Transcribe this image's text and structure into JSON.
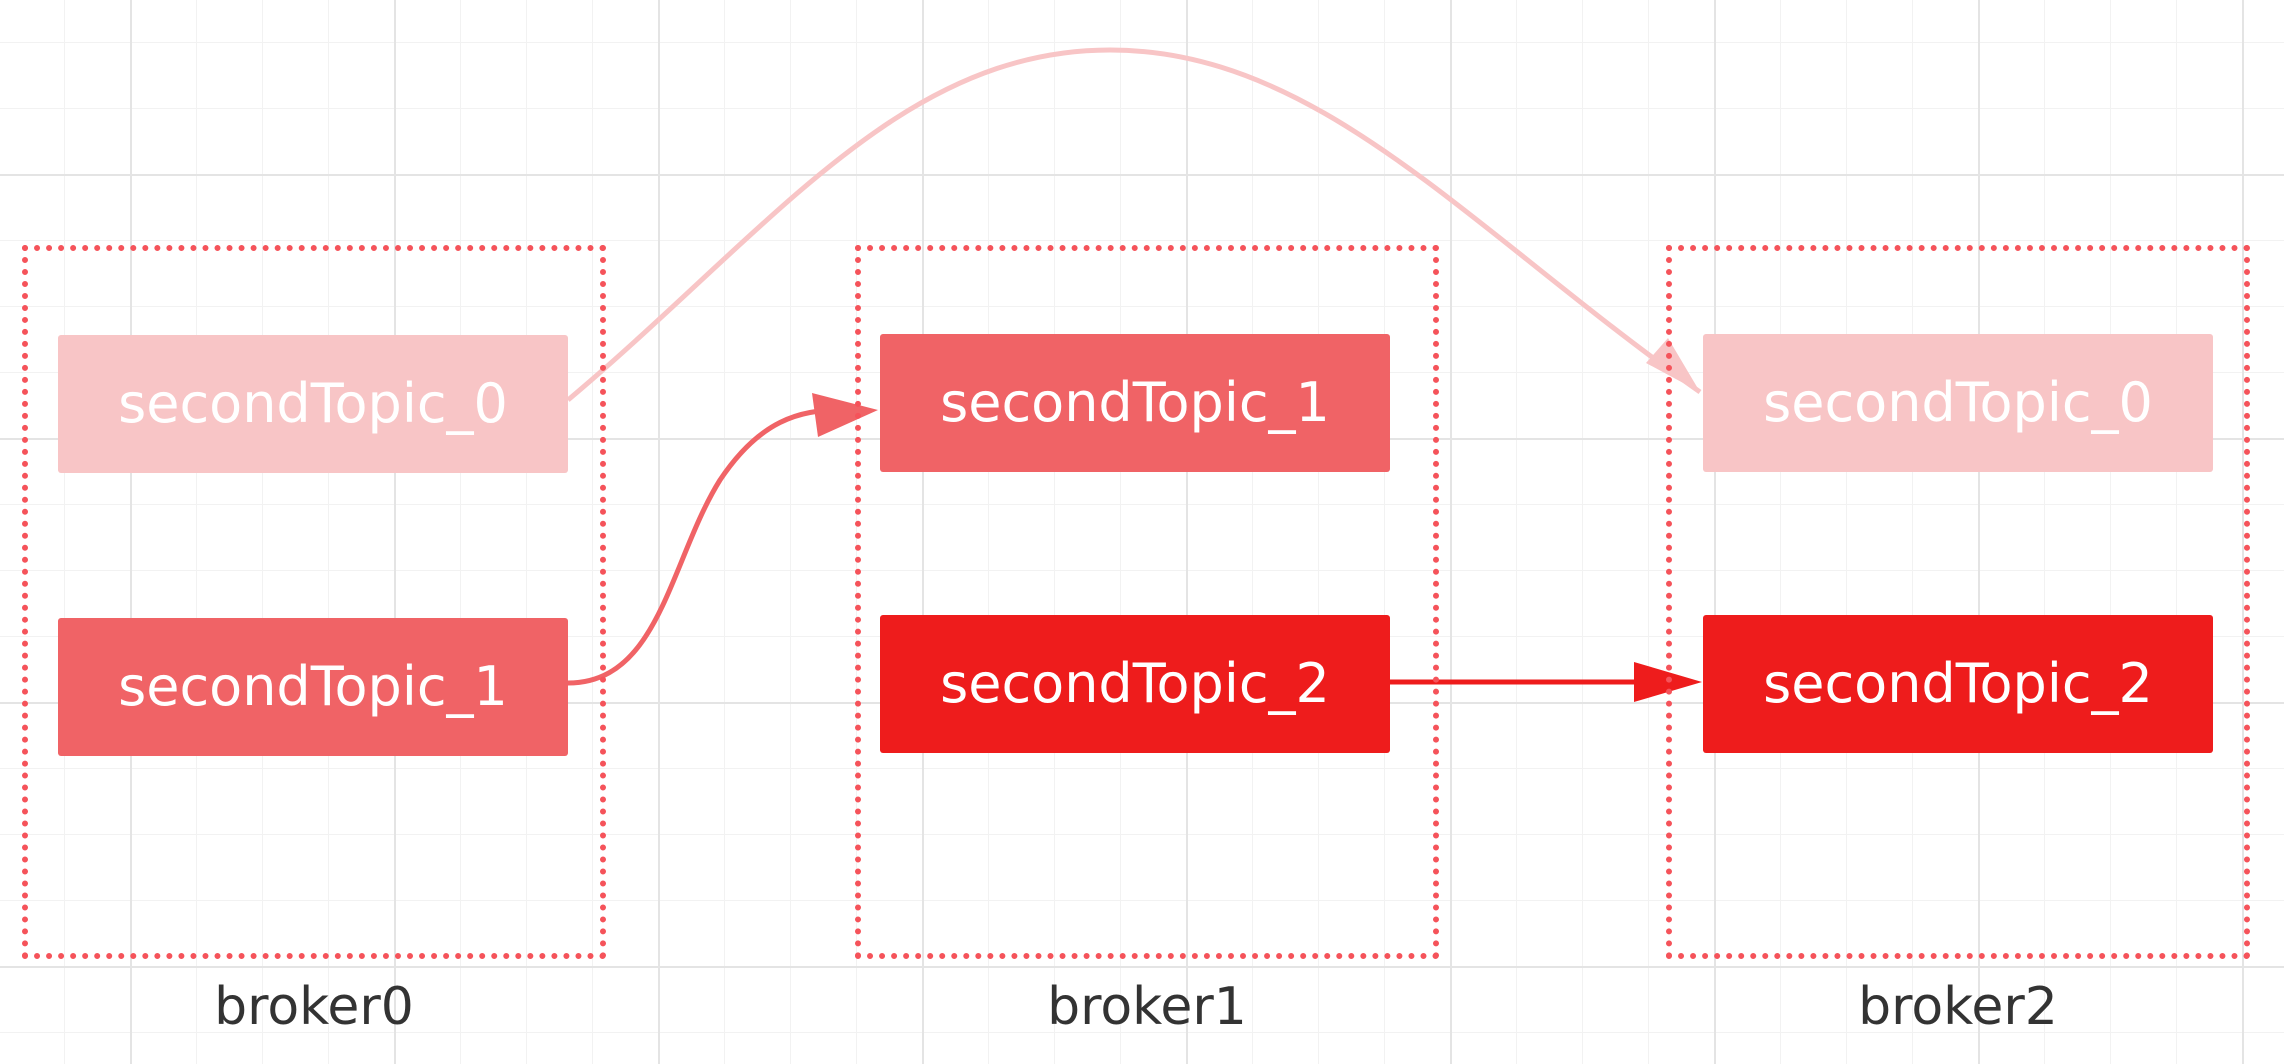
{
  "colors": {
    "partition_0": "#f8c5c6",
    "partition_1": "#f06366",
    "partition_2": "#ee1c1c",
    "broker_border": "#f5535a",
    "label_text": "#333333"
  },
  "brokers": [
    {
      "label": "broker0",
      "partitions": [
        {
          "label": "secondTopic_0",
          "partition": 0
        },
        {
          "label": "secondTopic_1",
          "partition": 1
        }
      ]
    },
    {
      "label": "broker1",
      "partitions": [
        {
          "label": "secondTopic_1",
          "partition": 1
        },
        {
          "label": "secondTopic_2",
          "partition": 2
        }
      ]
    },
    {
      "label": "broker2",
      "partitions": [
        {
          "label": "secondTopic_0",
          "partition": 0
        },
        {
          "label": "secondTopic_2",
          "partition": 2
        }
      ]
    }
  ],
  "replication_links": [
    {
      "from": "broker0",
      "to": "broker2",
      "partition": 0
    },
    {
      "from": "broker0",
      "to": "broker1",
      "partition": 1
    },
    {
      "from": "broker1",
      "to": "broker2",
      "partition": 2
    }
  ]
}
